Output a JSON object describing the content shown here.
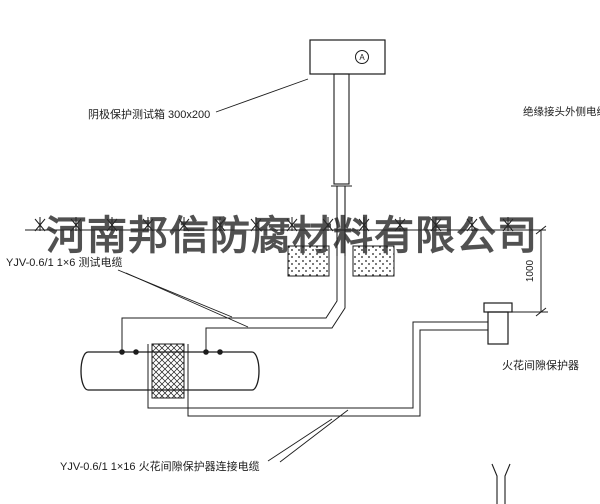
{
  "colors": {
    "line": "#1c1c1c",
    "watermark": "#2b2b2b",
    "background": "#ffffff"
  },
  "watermark": "河南邦信防腐材料有限公司",
  "test_box": {
    "label": "阴极保护测试箱 300x200",
    "meter": "A"
  },
  "labels": {
    "outer_cable": "绝缘接头外侧电缆",
    "test_cable": "YJV-0.6/1 1×6  测试电缆",
    "protector_cable": "YJV-0.6/1 1×16  火花间隙保护器连接电缆",
    "spark_gap_protector": "火花间隙保护器"
  },
  "dimension": {
    "value": "1000"
  }
}
